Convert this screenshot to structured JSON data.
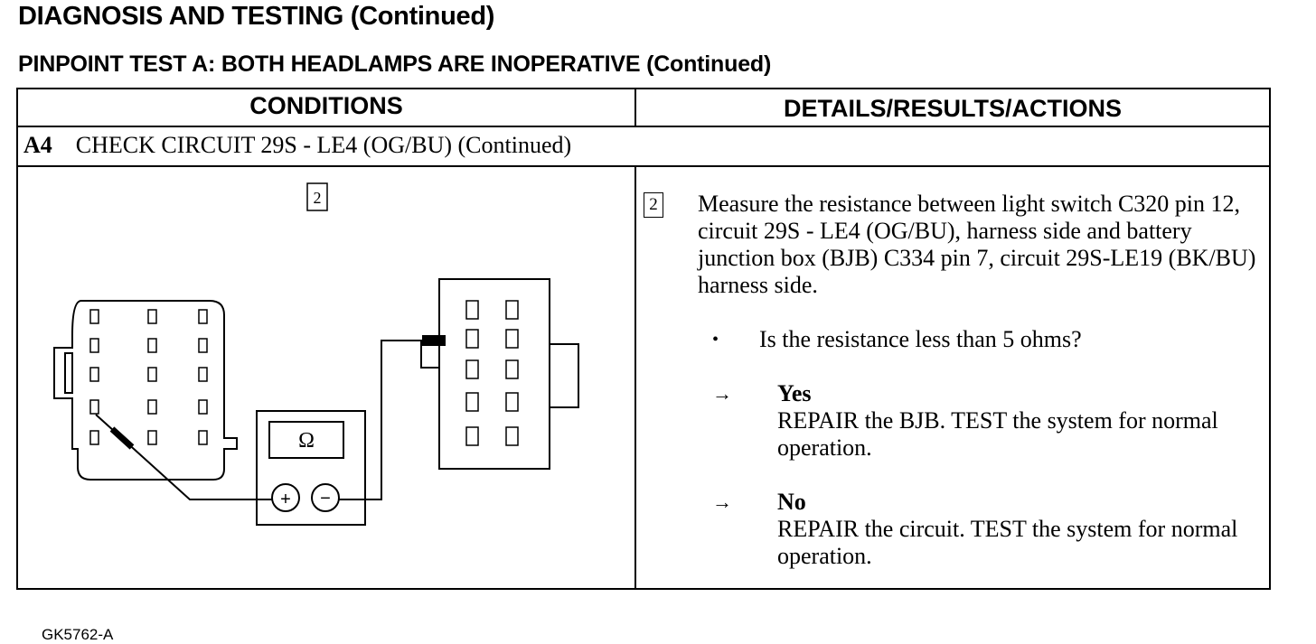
{
  "page": {
    "title": "DIAGNOSIS AND TESTING (Continued)",
    "subtitle": "PINPOINT TEST A:  BOTH HEADLAMPS ARE INOPERATIVE (Continued)"
  },
  "table": {
    "headers": [
      "CONDITIONS",
      "DETAILS/RESULTS/ACTIONS"
    ],
    "step": {
      "id": "A4",
      "title": "CHECK CIRCUIT 29S - LE4 (OG/BU) (Continued)"
    }
  },
  "diagram": {
    "step_marker": "2",
    "meter_symbol": "Ω",
    "plus_symbol": "+",
    "minus_symbol": "−",
    "figure_code": "GK5762-A"
  },
  "details": {
    "step_marker": "2",
    "instruction": "Measure the resistance between light switch C320 pin 12, circuit 29S - LE4 (OG/BU), harness side and battery junction box (BJB) C334 pin 7, circuit 29S-LE19 (BK/BU) harness side.",
    "question": "Is the resistance less than 5 ohms?",
    "bullet": "•",
    "arrow": "→",
    "results": [
      {
        "label": "Yes",
        "action": "REPAIR the BJB. TEST the system for normal operation."
      },
      {
        "label": "No",
        "action": "REPAIR the circuit. TEST the system for normal operation."
      }
    ]
  }
}
